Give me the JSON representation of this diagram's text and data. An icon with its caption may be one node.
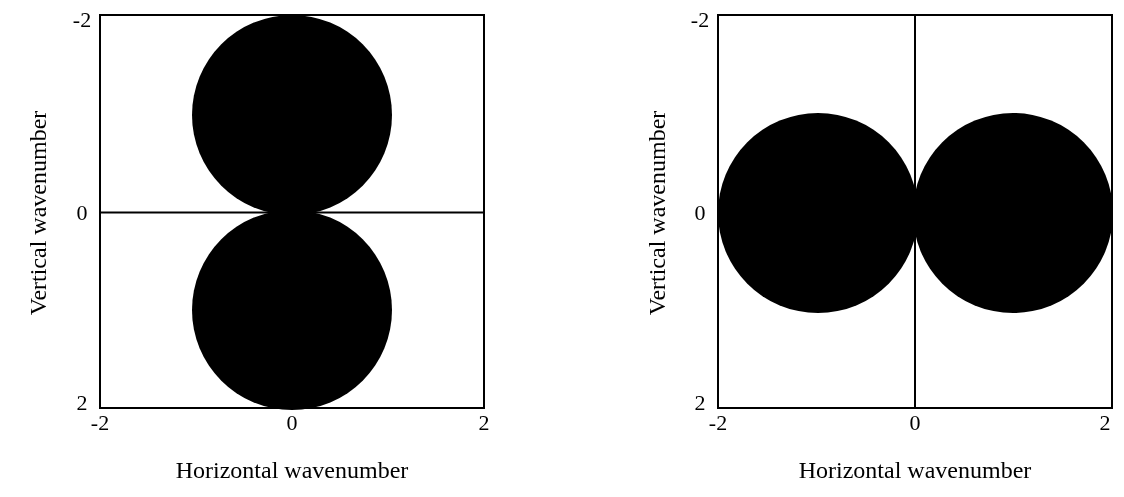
{
  "diagram": {
    "labels": [
      "-2",
      "Vertical wavenumber",
      "0",
      "2",
      "-2",
      "0",
      "2",
      "Horizontal wavenumber",
      "-2",
      "Vertical wavenumber",
      "0",
      "2",
      "-2",
      "0",
      "2",
      "Horizontal wavenumber"
    ]
  }
}
